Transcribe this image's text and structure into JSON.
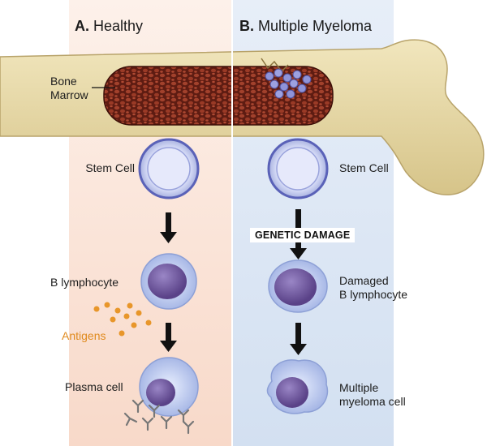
{
  "panels": {
    "healthy": {
      "letter": "A.",
      "title": "Healthy"
    },
    "myeloma": {
      "letter": "B.",
      "title": "Multiple Myeloma"
    }
  },
  "labels": {
    "bone_marrow_1": "Bone",
    "bone_marrow_2": "Marrow",
    "stem_cell_a": "Stem Cell",
    "stem_cell_b": "Stem Cell",
    "b_lymphocyte": "B lymphocyte",
    "antigens": "Antigens",
    "plasma_cell": "Plasma cell",
    "genetic_damage": "GENETIC DAMAGE",
    "damaged_1": "Damaged",
    "damaged_2": "B lymphocyte",
    "myeloma_cell_1": "Multiple",
    "myeloma_cell_2": "myeloma cell"
  },
  "colors": {
    "healthy_bg": "#fbe8dd",
    "myeloma_bg": "#dfe8f5",
    "bone": "#e8d9a5",
    "marrow": "#7a2a1c",
    "cell_fill": "#cfd3f0",
    "nucleus": "#6a5298",
    "antigen": "#e8962a"
  },
  "icons": [
    "arrow-down-icon",
    "antibody-icon",
    "antigen-dot-icon"
  ]
}
